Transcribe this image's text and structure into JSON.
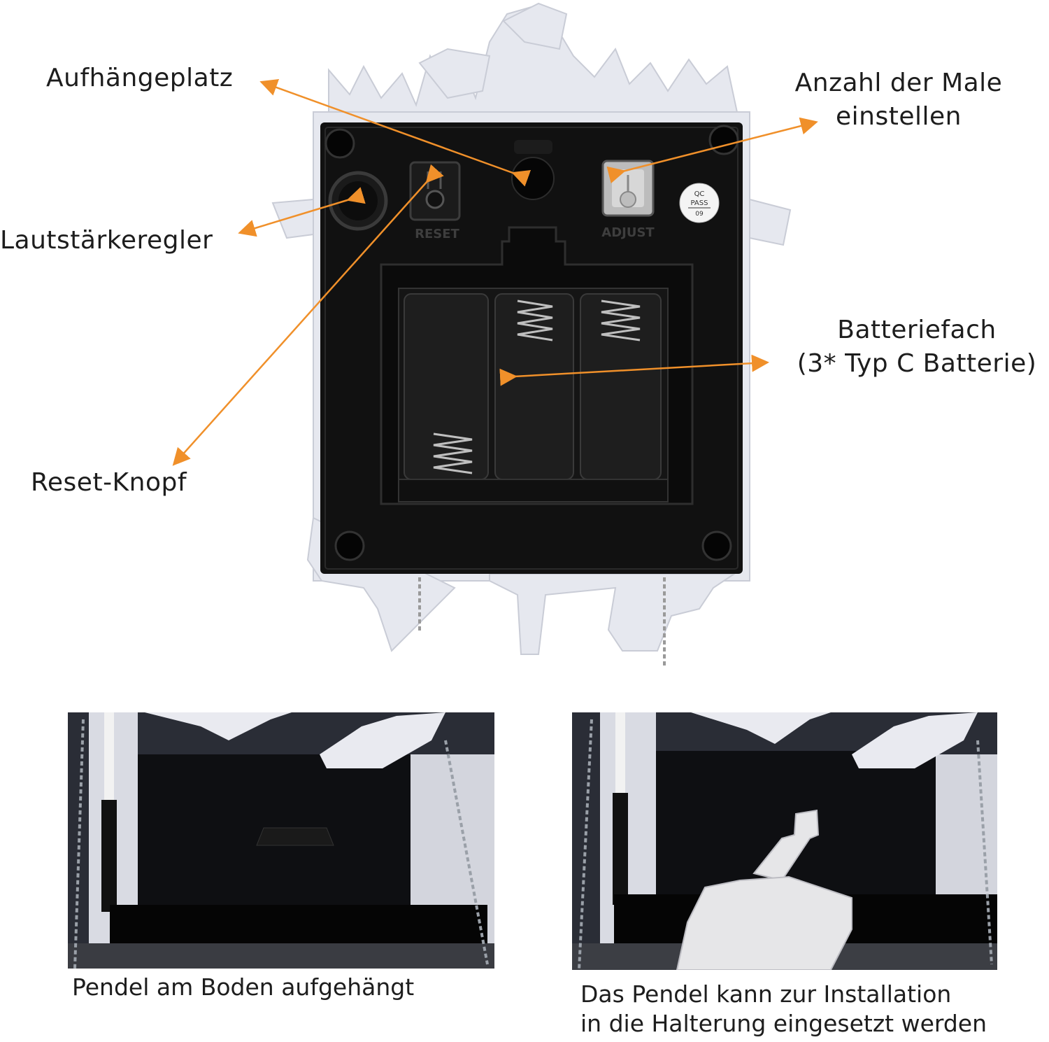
{
  "labels": {
    "hanging": "Aufhängeplatz",
    "count_line1": "Anzahl der Male",
    "count_line2": "einstellen",
    "volume": "Lautstärkeregler",
    "battery_line1": "Batteriefach",
    "battery_line2": "(3* Typ C Batterie)",
    "reset": "Reset-Knopf"
  },
  "device_text": {
    "reset": "RESET",
    "adjust": "ADJUST",
    "qc_line1": "QC",
    "qc_line2": "PASS",
    "qc_line3": "09"
  },
  "captions": {
    "left": "Pendel am Boden aufgehängt",
    "right_line1": "Das Pendel kann zur Installation",
    "right_line2": "in die Halterung eingesetzt werden"
  },
  "colors": {
    "arrow": "#f0902a",
    "device_body": "#111111",
    "frame": "#e6e8ef"
  }
}
